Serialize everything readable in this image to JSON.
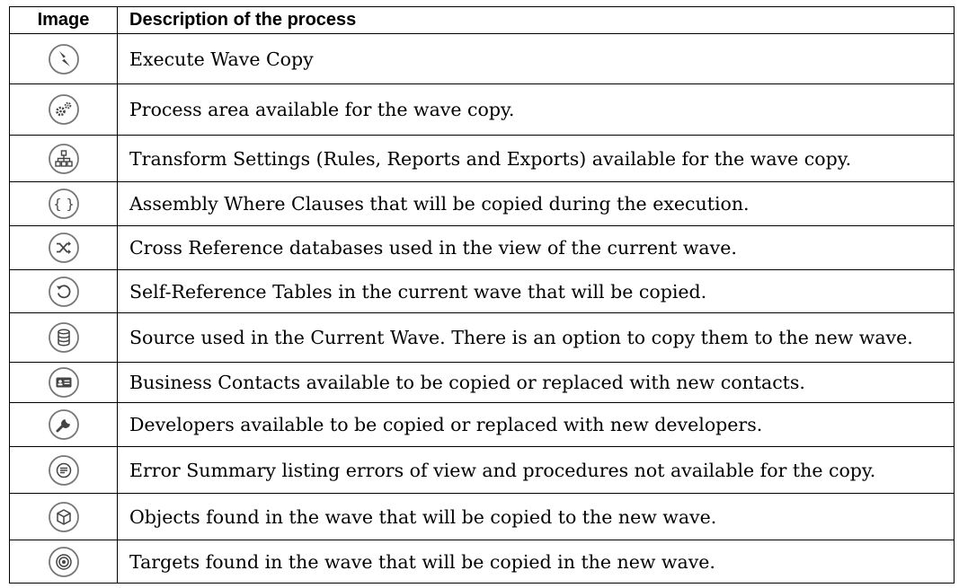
{
  "table": {
    "header": {
      "image": "Image",
      "description": "Description of the process"
    },
    "rows": [
      {
        "icon": "lightning-icon",
        "description": "Execute Wave Copy"
      },
      {
        "icon": "gears-icon",
        "description": "Process area available for the wave copy."
      },
      {
        "icon": "hierarchy-icon",
        "description": "Transform Settings (Rules, Reports and Exports) available for the wave copy."
      },
      {
        "icon": "braces-icon",
        "description": "Assembly Where Clauses that will be copied during the execution."
      },
      {
        "icon": "shuffle-icon",
        "description": "Cross Reference databases used in the view of the current wave."
      },
      {
        "icon": "refresh-icon",
        "description": "Self-Reference Tables in the current wave that will be copied."
      },
      {
        "icon": "database-icon",
        "description": "Source used in the Current Wave. There is an option to copy them to the new wave."
      },
      {
        "icon": "contact-card-icon",
        "description": "Business Contacts available to be copied or replaced with new contacts."
      },
      {
        "icon": "wrench-icon",
        "description": "Developers available to be copied or replaced with new developers."
      },
      {
        "icon": "error-summary-icon",
        "description": "Error Summary listing errors of view and procedures not available for the copy."
      },
      {
        "icon": "cube-icon",
        "description": "Objects found in the wave that will be copied to the new wave."
      },
      {
        "icon": "target-icon",
        "description": "Targets found in the wave that will be copied in the new wave."
      }
    ]
  }
}
